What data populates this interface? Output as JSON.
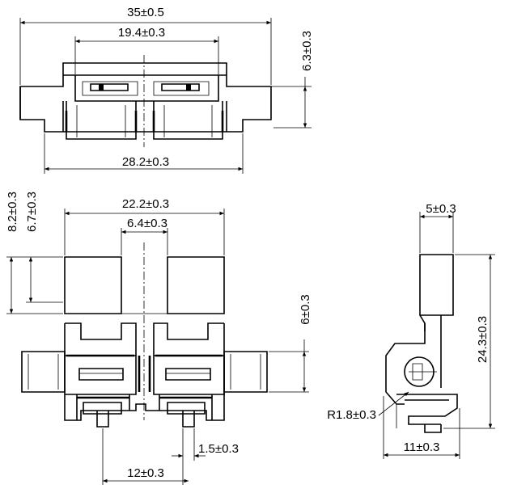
{
  "dimensions": {
    "top_overall_width": "35±0.5",
    "top_contact_spacing": "19.4±0.3",
    "top_height": "6.3±0.3",
    "top_base_width": "28.2±0.3",
    "front_body_width": "22.2±0.3",
    "front_slot_gap": "6.4±0.3",
    "front_height_outer": "8.2±0.3",
    "front_height_inner": "6.7±0.3",
    "front_right_height": "6±0.3",
    "front_terminal_width": "1.5±0.3",
    "front_terminal_spacing": "12±0.3",
    "side_top_width": "5±0.3",
    "side_height": "24.3±0.3",
    "side_radius": "R1.8±0.3",
    "side_base_width": "11±0.3"
  }
}
